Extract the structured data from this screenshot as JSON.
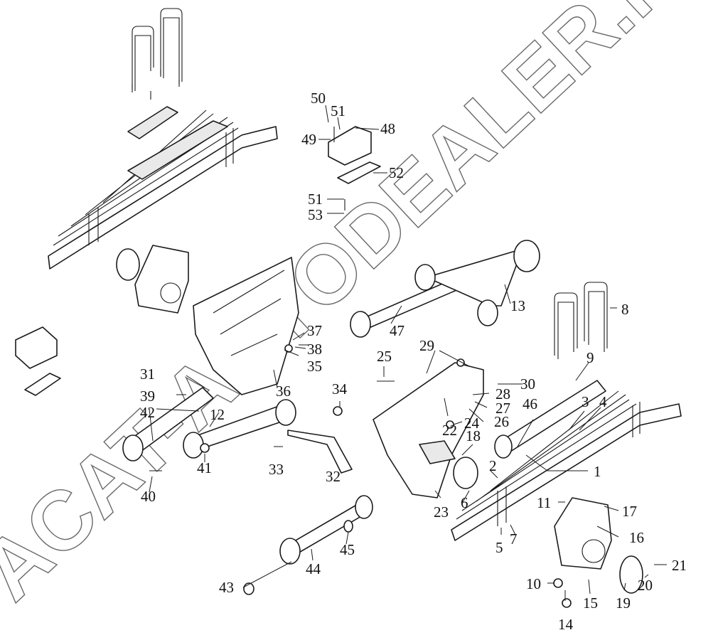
{
  "watermark": "ACAT-AUTODEALER.RU",
  "callouts": [
    "1",
    "2",
    "3",
    "4",
    "5",
    "6",
    "7",
    "8",
    "9",
    "10",
    "11",
    "12",
    "13",
    "14",
    "15",
    "16",
    "17",
    "18",
    "19",
    "20",
    "21",
    "22",
    "23",
    "24",
    "25",
    "26",
    "27",
    "28",
    "29",
    "30",
    "31",
    "32",
    "33",
    "34",
    "35",
    "36",
    "37",
    "38",
    "39",
    "40",
    "41",
    "42",
    "43",
    "44",
    "45",
    "46",
    "47",
    "48",
    "49",
    "50",
    "51",
    "51",
    "52",
    "53"
  ]
}
